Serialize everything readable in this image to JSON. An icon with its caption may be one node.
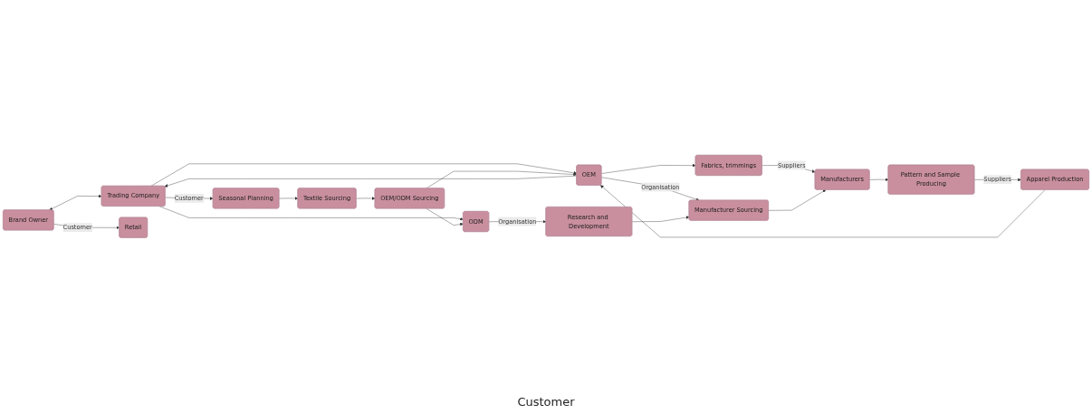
{
  "diagram": {
    "nodes": [
      {
        "text": [
          "Trading Company"
        ]
      },
      {
        "text": [
          "OEM"
        ]
      },
      {
        "text": [
          "Fabrics, trimmings"
        ]
      },
      {
        "text": [
          "Apparel Production"
        ]
      },
      {
        "text": [
          "Seasonal Planning"
        ]
      },
      {
        "text": [
          "Manufacturer Sourcing"
        ]
      },
      {
        "text": [
          "Manufacturers"
        ]
      },
      {
        "text": [
          "Pattern and Sample Producing"
        ]
      },
      {
        "text": [
          "Brand Owner"
        ]
      },
      {
        "text": [
          "Textile Sourcing"
        ]
      },
      {
        "text": [
          "Research and Development"
        ]
      },
      {
        "text": [
          "Retail"
        ]
      },
      {
        "text": [
          "OEM/ODM Sourcing"
        ]
      },
      {
        "text": [
          "ODM"
        ]
      }
    ],
    "edges": [
      {
        "from": 8,
        "to": 0,
        "arrow": "both"
      },
      {
        "from": 1,
        "to": 0,
        "arrow": "to"
      },
      {
        "from": 3,
        "to": 1,
        "arrow": "to"
      },
      {
        "from": 0,
        "to": 4,
        "arrow": "to",
        "label": "Customer"
      },
      {
        "from": 4,
        "to": 9,
        "arrow": "to"
      },
      {
        "from": 9,
        "to": 12,
        "arrow": "to"
      },
      {
        "from": 8,
        "to": 11,
        "arrow": "to",
        "label": "Customer"
      },
      {
        "from": 0,
        "to": 1,
        "arrow": "to"
      },
      {
        "from": 0,
        "to": 13,
        "arrow": "to"
      },
      {
        "from": 12,
        "to": 1,
        "arrow": "to"
      },
      {
        "from": 12,
        "to": 13,
        "arrow": "to"
      },
      {
        "from": 1,
        "to": 2,
        "arrow": "to"
      },
      {
        "from": 1,
        "to": 5,
        "arrow": "to",
        "label": "Organisation"
      },
      {
        "from": 2,
        "to": 6,
        "arrow": "to",
        "label": "Suppliers"
      },
      {
        "from": 5,
        "to": 6,
        "arrow": "to"
      },
      {
        "from": 6,
        "to": 7,
        "arrow": "to"
      },
      {
        "from": 7,
        "to": 3,
        "arrow": "to",
        "label": "Suppliers"
      },
      {
        "from": 10,
        "to": 5,
        "arrow": "to"
      },
      {
        "from": 13,
        "to": 10,
        "arrow": "to",
        "label": "Organisation"
      }
    ],
    "labels": [
      "Customer"
    ]
  }
}
